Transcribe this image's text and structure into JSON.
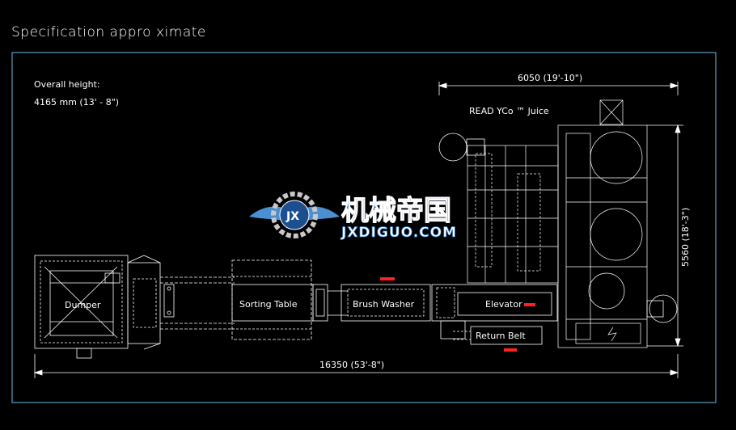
{
  "title": "Specification appro    ximate",
  "overall_height_label": "Overall height:",
  "overall_height_value": "4165 mm (13' - 8\")",
  "width_dim": "6050  (19'-10\")",
  "height_dim": "5560  (18'-3\")",
  "length_dim": "16350   (53'-8\")",
  "machine_label": "READ YCo ™ Juice",
  "stations": {
    "dumper": "Dumper",
    "sorting_table": "Sorting Table",
    "brush_washer": "Brush Washer",
    "elevator": "Elevator",
    "return_belt": "Return Belt"
  },
  "watermark": {
    "cn": "机械帝国",
    "en": "JXDIGUO.COM",
    "emblem": "JX"
  },
  "colors": {
    "frame": "#5aa0c8",
    "lines": "#ffffff",
    "red_tag": "#ff2020",
    "watermark_blue": "#2a6fb4"
  }
}
